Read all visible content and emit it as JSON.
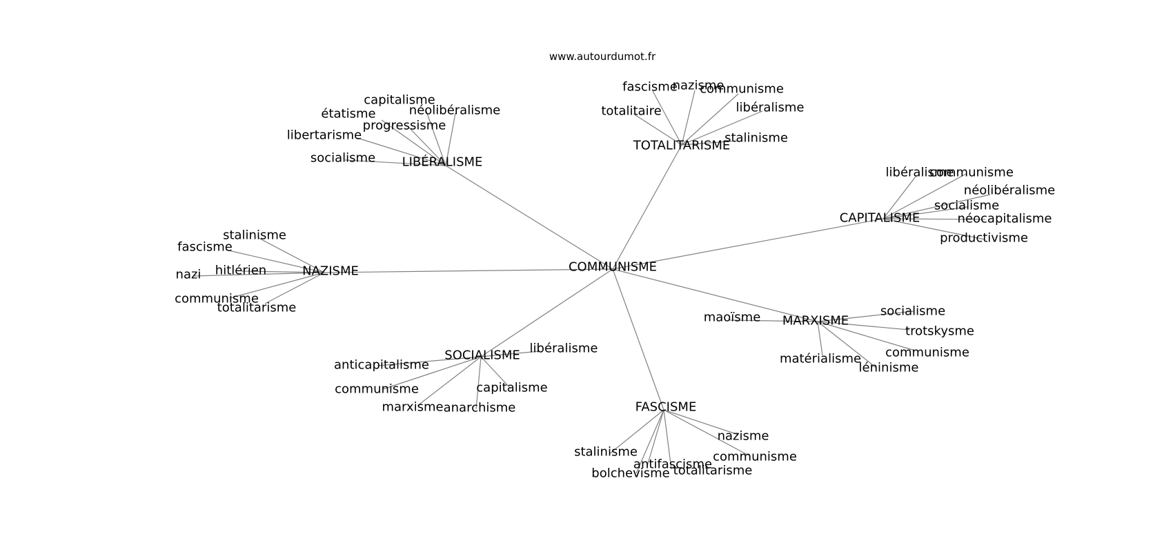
{
  "site": "www.autourdumot.fr",
  "center": "COMMUNISME",
  "clusters": [
    {
      "hub": "LIBÉRALISME",
      "leaves": [
        "capitalisme",
        "néolibéralisme",
        "étatisme",
        "progressisme",
        "libertarisme",
        "socialisme"
      ]
    },
    {
      "hub": "TOTALITARISME",
      "leaves": [
        "fascisme",
        "nazisme",
        "communisme",
        "libéralisme",
        "totalitaire",
        "stalinisme"
      ]
    },
    {
      "hub": "CAPITALISME",
      "leaves": [
        "libéralisme",
        "communisme",
        "néolibéralisme",
        "socialisme",
        "néocapitalisme",
        "productivisme"
      ]
    },
    {
      "hub": "NAZISME",
      "leaves": [
        "stalinisme",
        "fascisme",
        "hitlérien",
        "nazi",
        "communisme",
        "totalitarisme"
      ]
    },
    {
      "hub": "MARXISME",
      "leaves": [
        "maoïsme",
        "socialisme",
        "trotskysme",
        "communisme",
        "matérialisme",
        "léninisme"
      ]
    },
    {
      "hub": "SOCIALISME",
      "leaves": [
        "libéralisme",
        "anticapitalisme",
        "communisme",
        "capitalisme",
        "marxisme",
        "anarchisme"
      ]
    },
    {
      "hub": "FASCISME",
      "leaves": [
        "nazisme",
        "communisme",
        "stalinisme",
        "antifascisme",
        "totalitarisme",
        "bolchevisme"
      ]
    }
  ]
}
